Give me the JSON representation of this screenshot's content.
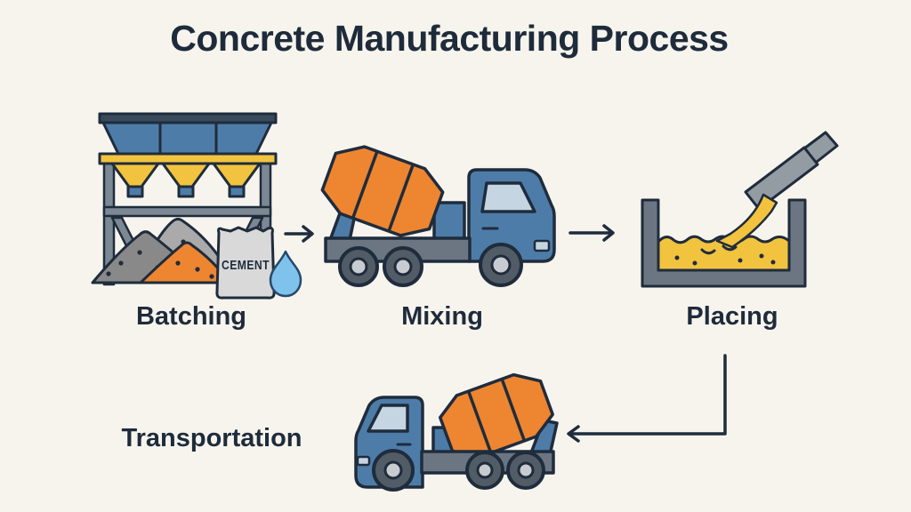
{
  "title": "Concrete Manufacturing Process",
  "stages": [
    {
      "id": "batching",
      "label": "Batching",
      "icon": "batching-plant-icon"
    },
    {
      "id": "mixing",
      "label": "Mixing",
      "icon": "mixer-truck-icon"
    },
    {
      "id": "placing",
      "label": "Placing",
      "icon": "pouring-form-icon"
    },
    {
      "id": "transportation",
      "label": "Transportation",
      "icon": "transport-mixer-truck-icon"
    }
  ],
  "labels": {
    "cement_bag": "CEMENT"
  },
  "arrows": [
    {
      "from": "Batching",
      "to": "Mixing",
      "shape": "straight-right"
    },
    {
      "from": "Mixing",
      "to": "Placing",
      "shape": "straight-right"
    },
    {
      "from": "Placing",
      "to": "Transportation",
      "shape": "elbow-down-left"
    }
  ],
  "colors": {
    "background": "#f7f4ee",
    "outline": "#1f2c3c",
    "steel_blue": "#4e7ca8",
    "window_blue": "#c5d6e2",
    "water_blue": "#7fc3ec",
    "yellow": "#f2c33e",
    "orange": "#ee8530",
    "frame_gray": "#7c8894",
    "chassis_gray": "#6b7682",
    "chute_gray": "#939ba3",
    "bag_gray": "#d9d9d9",
    "tire_gray": "#525c66",
    "hub_gray": "#c8ccd0",
    "pile_dark_gray": "#898989",
    "pile_light_gray": "#aaaaaa"
  }
}
